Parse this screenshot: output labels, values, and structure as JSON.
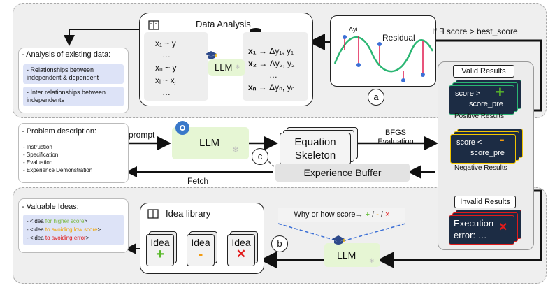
{
  "colors": {
    "bg_dashed": "#efefef",
    "llm_green": "#e6f6d4",
    "blue_item": "#dde3f7",
    "valid_card": "#1c2c44",
    "valid_border": "#2bb673",
    "negative_border": "#f2c500",
    "invalid_border": "#e21b1b",
    "plus_green": "#59b92a",
    "minus_orange": "#f39c12",
    "cross_red": "#e21b1b",
    "higher_score_green": "#7ab73d",
    "avoid_low_orange": "#f0a500",
    "avoid_error_red": "#e21b1b"
  },
  "top": {
    "data_analysis_title": "Data Analysis",
    "left_lines": [
      "x₁ ~ y",
      "…",
      "xₙ ~ y",
      "xᵢ ~ xⱼ",
      "…"
    ],
    "right_lines": [
      {
        "x": "x₁",
        "rest": " → Δy₁, y₁"
      },
      {
        "x": "x₂",
        "rest": " → Δy₂, y₂"
      },
      {
        "x": "",
        "rest": "…"
      },
      {
        "x": "xₙ",
        "rest": " → Δyₙ, yₙ"
      }
    ],
    "llm_label": "LLM",
    "residual_label": "Residual",
    "delta_label": "Δyi",
    "circle_a": "a",
    "condition": "If ∃ score > best_score",
    "analysis": {
      "title": "- Analysis of existing data:",
      "items": [
        "- Relationships between independent & dependent",
        "- Inter relationships between independents"
      ]
    }
  },
  "middle": {
    "problem": {
      "title": "- Problem description:",
      "items": [
        "- Instruction",
        "- Specification",
        "- Evaluation",
        "- Experience Demonstration"
      ]
    },
    "prompt": "prompt",
    "llm_label": "LLM",
    "circle_c": "c",
    "equation_line1": "Equation",
    "equation_line2": "Skeleton",
    "bfgs_line1": "BFGS",
    "bfgs_line2": "Evaluation",
    "experience_buffer": "Experience Buffer",
    "fetch": "Fetch"
  },
  "right": {
    "valid_title": "Valid Results",
    "positive_text1": "score >",
    "positive_text2": "score_pre",
    "positive_sign": "+",
    "positive_label": "Positive Results",
    "negative_text1": "score <",
    "negative_text2": "score_pre",
    "negative_sign": "-",
    "negative_label": "Negative Results",
    "invalid_title": "Invalid Results",
    "invalid_text1": "Execution",
    "invalid_text2": "error: …",
    "invalid_sign": "✕"
  },
  "bottom": {
    "ideas": {
      "title": "- Valuable Ideas:",
      "items": [
        {
          "prefix": "- <idea ",
          "colored": "for higher score",
          "suffix": ">",
          "color": "#7ab73d"
        },
        {
          "prefix": "- <idea ",
          "colored": "to avoiding low score",
          "suffix": ">",
          "color": "#f0a500"
        },
        {
          "prefix": "- <idea ",
          "colored": "to avoiding error",
          "suffix": ">",
          "color": "#e21b1b"
        }
      ]
    },
    "library_title": "Idea library",
    "idea_label": "Idea",
    "signs": [
      "+",
      "-",
      "✕"
    ],
    "circle_b": "b",
    "question": "Why or how score→",
    "q_signs": [
      {
        "s": "+",
        "c": "#59b92a"
      },
      {
        "s": " / ",
        "c": "#555555"
      },
      {
        "s": "-",
        "c": "#f39c12"
      },
      {
        "s": " / ",
        "c": "#555555"
      },
      {
        "s": "×",
        "c": "#e21b1b"
      }
    ],
    "llm_label": "LLM"
  }
}
